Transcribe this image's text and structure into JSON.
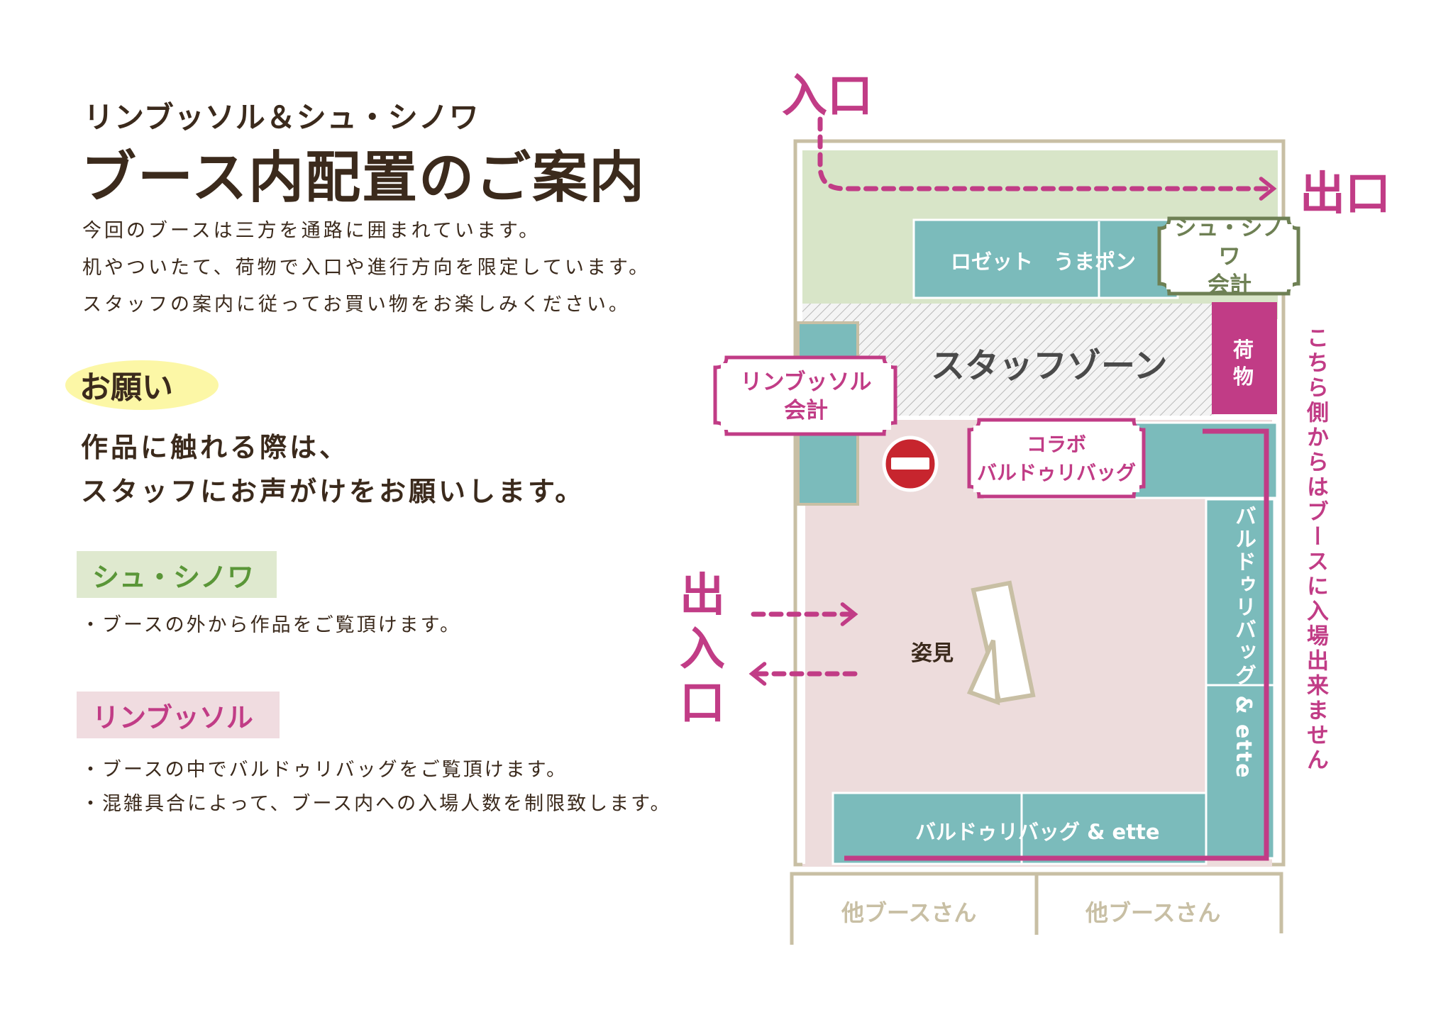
{
  "header": {
    "subtitle": "リンブッソル＆シュ・シノワ",
    "title": "ブース内配置のご案内"
  },
  "intro": [
    "今回のブースは三方を通路に囲まれています。",
    "机やついたて、荷物で入口や進行方向を限定しています。",
    "スタッフの案内に従ってお買い物をお楽しみください。"
  ],
  "request": {
    "label": "お願い",
    "lines": [
      "作品に触れる際は、",
      "スタッフにお声がけをお願いします。"
    ]
  },
  "brands": {
    "shu": {
      "name": "シュ・シノワ",
      "bullets": [
        "・ブースの外から作品をご覧頂けます。"
      ]
    },
    "rin": {
      "name": "リンブッソル",
      "bullets": [
        "・ブースの中でバルドゥリバッグをご覧頂けます。",
        "・混雑具合によって、ブース内への入場人数を制限致します。"
      ]
    }
  },
  "map": {
    "entrance_top": "入口",
    "exit_right": "出口",
    "entrance_exit_left": "出入口",
    "desk_top": "ロゼット　うまポン",
    "shu_counter": [
      "シュ・シノワ",
      "会計"
    ],
    "rin_counter": [
      "リンブッソル",
      "会計"
    ],
    "staff_zone": "スタッフゾーン",
    "luggage": "荷物",
    "collab": [
      "コラボ",
      "バルドゥリバッグ"
    ],
    "mirror": "姿見",
    "desk_right": "バルドゥリバッグ & ette",
    "desk_bottom": "バルドゥリバッグ & ette",
    "side_note": "こちら側からはブースに入場出来ません",
    "other_booth_1": "他ブースさん",
    "other_booth_2": "他ブースさん"
  },
  "colors": {
    "text": "#3b2a1c",
    "pink": "#c13c86",
    "teal": "#7bbbbb",
    "green_zone": "#d8e5c8",
    "pink_zone": "#eddcdc",
    "frame": "#c8bfa4",
    "counter_green": "#6e8054"
  },
  "icons": {
    "no_entry": "no-entry-icon"
  }
}
